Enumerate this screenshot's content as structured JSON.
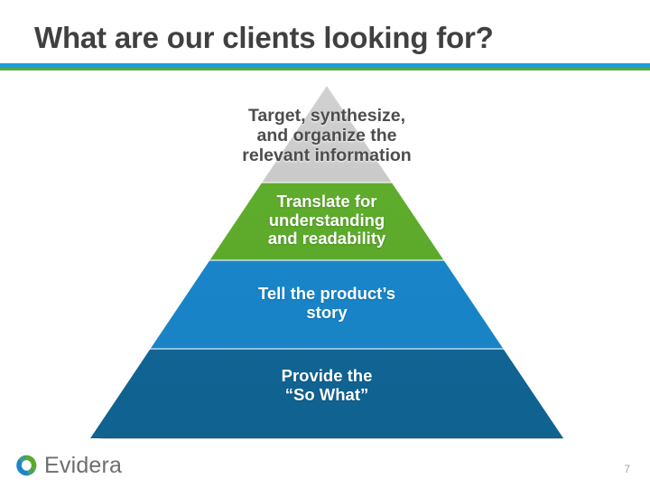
{
  "slide": {
    "title": "What are our clients looking for?",
    "background_color": "#ffffff",
    "title_color": "#404040"
  },
  "divider": {
    "top_rule_color": "#1b9dd9",
    "bottom_rule_color": "#57a846"
  },
  "pyramid": {
    "orientation": "apex-up",
    "tiers": [
      {
        "id": "target-synthesize",
        "rank": 1,
        "position": "top",
        "color": "#c2c2c2",
        "text_color": "#4d4d4d",
        "line1": "Target, synthesize,",
        "line2": "and organize the",
        "line3": "relevant information"
      },
      {
        "id": "translate",
        "rank": 2,
        "position": "second",
        "color": "#5aaa2b",
        "text_color": "#ffffff",
        "line1": "Translate for",
        "line2": "understanding",
        "line3": "and readability"
      },
      {
        "id": "product-story",
        "rank": 3,
        "position": "third",
        "color": "#1a87c8",
        "text_color": "#ffffff",
        "line1": "Tell the product’s",
        "line2": "story"
      },
      {
        "id": "so-what",
        "rank": 4,
        "position": "base",
        "color": "#11689f",
        "text_color": "#ffffff",
        "line1": "Provide the",
        "line2": "“So What”"
      }
    ]
  },
  "footer": {
    "logo_name": "Evidera",
    "logo_mark_icon": "evidera-ring-icon",
    "logo_mark_green": "#5aaa2b",
    "logo_mark_blue": "#1a87c8",
    "logo_text_color": "#6d6e71",
    "page_number": "7"
  }
}
